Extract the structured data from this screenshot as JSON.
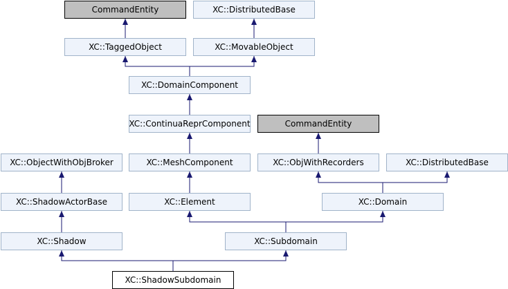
{
  "diagram": {
    "nodes": [
      {
        "id": "n1",
        "label": "CommandEntity",
        "kind": "external"
      },
      {
        "id": "n2",
        "label": "XC::DistributedBase",
        "kind": "class"
      },
      {
        "id": "n3",
        "label": "XC::TaggedObject",
        "kind": "class"
      },
      {
        "id": "n4",
        "label": "XC::MovableObject",
        "kind": "class"
      },
      {
        "id": "n5",
        "label": "XC::DomainComponent",
        "kind": "class"
      },
      {
        "id": "n6",
        "label": "XC::ContinuaReprComponent",
        "kind": "class"
      },
      {
        "id": "n7",
        "label": "CommandEntity",
        "kind": "external"
      },
      {
        "id": "n8",
        "label": "XC::ObjectWithObjBroker",
        "kind": "class"
      },
      {
        "id": "n9",
        "label": "XC::MeshComponent",
        "kind": "class"
      },
      {
        "id": "n10",
        "label": "XC::ObjWithRecorders",
        "kind": "class"
      },
      {
        "id": "n11",
        "label": "XC::DistributedBase",
        "kind": "class"
      },
      {
        "id": "n12",
        "label": "XC::ShadowActorBase",
        "kind": "class"
      },
      {
        "id": "n13",
        "label": "XC::Element",
        "kind": "class"
      },
      {
        "id": "n14",
        "label": "XC::Domain",
        "kind": "class"
      },
      {
        "id": "n15",
        "label": "XC::Shadow",
        "kind": "class"
      },
      {
        "id": "n16",
        "label": "XC::Subdomain",
        "kind": "class"
      },
      {
        "id": "n17",
        "label": "XC::ShadowSubdomain",
        "kind": "focus"
      }
    ],
    "edges": [
      {
        "from": "n3",
        "to": "n1"
      },
      {
        "from": "n4",
        "to": "n2"
      },
      {
        "from": "n5",
        "to": "n3"
      },
      {
        "from": "n5",
        "to": "n4"
      },
      {
        "from": "n6",
        "to": "n5"
      },
      {
        "from": "n9",
        "to": "n6"
      },
      {
        "from": "n10",
        "to": "n7"
      },
      {
        "from": "n12",
        "to": "n8"
      },
      {
        "from": "n13",
        "to": "n9"
      },
      {
        "from": "n14",
        "to": "n10"
      },
      {
        "from": "n14",
        "to": "n11"
      },
      {
        "from": "n15",
        "to": "n12"
      },
      {
        "from": "n16",
        "to": "n13"
      },
      {
        "from": "n16",
        "to": "n14"
      },
      {
        "from": "n17",
        "to": "n15"
      },
      {
        "from": "n17",
        "to": "n16"
      }
    ]
  }
}
